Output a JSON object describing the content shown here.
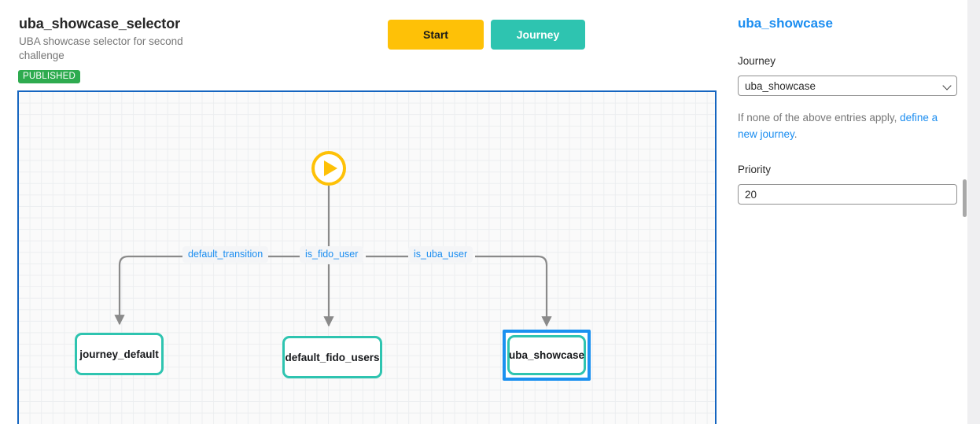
{
  "header": {
    "title": "uba_showcase_selector",
    "subtitle": "UBA showcase selector for second challenge",
    "status_badge": "PUBLISHED",
    "start_button": "Start",
    "journey_button": "Journey"
  },
  "canvas": {
    "start_node_icon": "play-icon",
    "edge_labels": [
      {
        "text": "default_transition"
      },
      {
        "text": "is_fido_user"
      },
      {
        "text": "is_uba_user"
      }
    ],
    "nodes": [
      {
        "text": "journey_default",
        "selected": false
      },
      {
        "text": "default_fido_users",
        "selected": false
      },
      {
        "text": "uba_showcase",
        "selected": true
      }
    ]
  },
  "panel": {
    "title": "uba_showcase",
    "journey_label": "Journey",
    "journey_value": "uba_showcase",
    "journey_options": [
      "uba_showcase"
    ],
    "helper_prefix": "If none of the above entries apply, ",
    "helper_link": "define a new journey",
    "helper_suffix": ".",
    "priority_label": "Priority",
    "priority_value": "20"
  },
  "colors": {
    "accent_blue": "#1b8df0",
    "canvas_border": "#1565c0",
    "node_teal": "#2ec4b0",
    "start_yellow": "#fec107",
    "badge_green": "#2eab4f",
    "selection_blue": "#1b91f0"
  }
}
